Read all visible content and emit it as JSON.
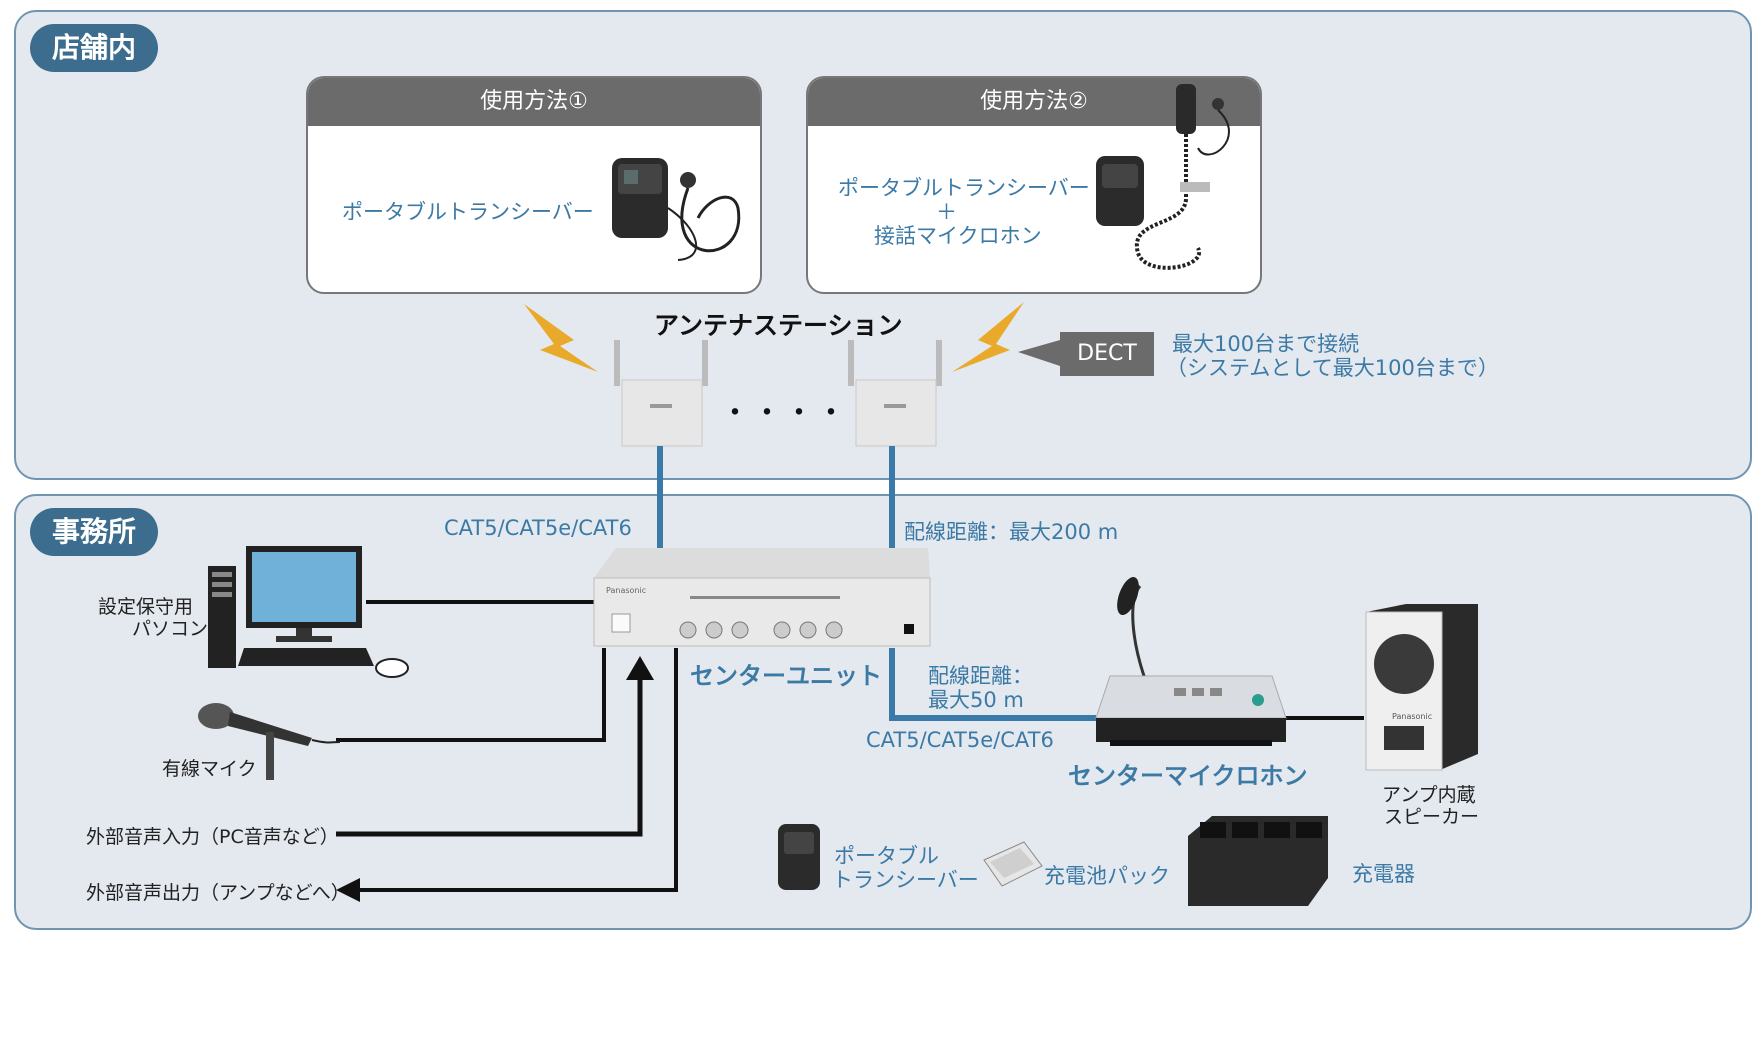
{
  "zones": {
    "store_label": "店舗内",
    "office_label": "事務所"
  },
  "usage": {
    "method1_title": "使用方法①",
    "method1_text": "ポータブルトランシーバー",
    "method2_title": "使用方法②",
    "method2_line1": "ポータブルトランシーバー",
    "method2_line2": "＋",
    "method2_line3": "接話マイクロホン"
  },
  "antenna": {
    "label": "アンテナステーション",
    "dots": "・・・・",
    "dect": "DECT",
    "max_line1": "最大100台まで接続",
    "max_line2": "（システムとして最大100台まで）"
  },
  "cables": {
    "cat_left": "CAT5/CAT5e/CAT6",
    "distance_200": "配線距離：最大200 m",
    "distance_50_line1": "配線距離：",
    "distance_50_line2": "最大50 m",
    "cat_bottom": "CAT5/CAT5e/CAT6"
  },
  "devices": {
    "center_unit": "センターユニット",
    "center_mic": "センターマイクロホン",
    "pc_line1": "設定保守用",
    "pc_line2": "パソコン",
    "wired_mic": "有線マイク",
    "ext_in": "外部音声入力（PC音声など）",
    "ext_out": "外部音声出力（アンプなどへ）",
    "speaker_line1": "アンプ内蔵",
    "speaker_line2": "スピーカー",
    "transceiver_line1": "ポータブル",
    "transceiver_line2": "トランシーバー",
    "battery": "充電池パック",
    "charger": "充電器",
    "brand": "Panasonic"
  },
  "colors": {
    "zone_bg": "#e4e8ef",
    "zone_border": "#6f95b3",
    "tag_bg": "#3c6c8e",
    "cable_blue": "#3a7aa8",
    "bolt": "#e9a92b",
    "text_blue": "#3c7aa6"
  }
}
